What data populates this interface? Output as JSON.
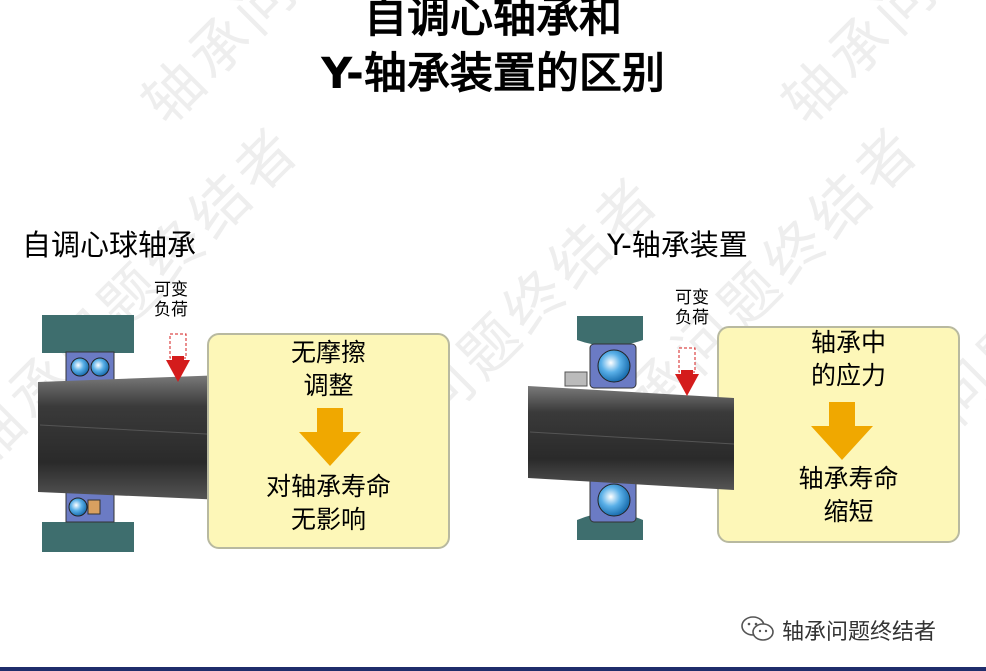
{
  "title": {
    "line1": "自调心轴承和",
    "line2": "Y-轴承装置的区别"
  },
  "left_panel": {
    "subtitle": "自调心球轴承",
    "load_label_1": "可变",
    "load_label_2": "负荷",
    "box_line1": "无摩擦",
    "box_line2": "调整",
    "box_line3": "对轴承寿命",
    "box_line4": "无影响"
  },
  "right_panel": {
    "subtitle": "Y-轴承装置",
    "load_label_1": "可变",
    "load_label_2": "负荷",
    "box_line1": "轴承中",
    "box_line2": "的应力",
    "box_line3": "轴承寿命",
    "box_line4": "缩短"
  },
  "watermark": {
    "text": "轴承问题终结者"
  },
  "footer": {
    "account_name": "轴承问题终结者"
  },
  "colors": {
    "box_fill": "#fdf7b8",
    "arrow_orange": "#f0a800",
    "load_arrow_red": "#d41c1c",
    "housing_teal": "#3e6e6e",
    "seal_blue": "#6b7bc4",
    "ball_blue": "#5ab0e8",
    "shaft_dark": "#3a3a3a",
    "bottom_rule": "#1f2d6b"
  },
  "icons": {
    "footer_logo": "wechat-icon"
  }
}
